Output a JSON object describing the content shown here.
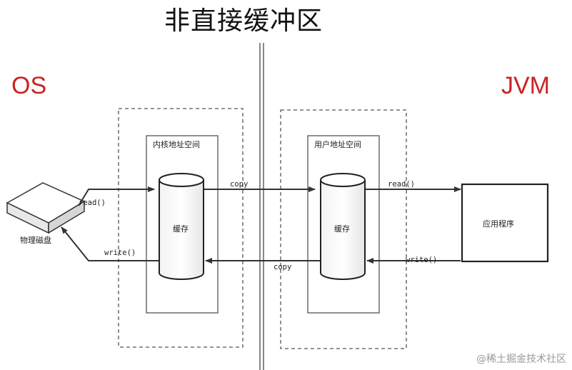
{
  "title": "非直接缓冲区",
  "left_side": {
    "label": "OS",
    "color": "#cc2222"
  },
  "right_side": {
    "label": "JVM",
    "color": "#cc2222"
  },
  "disk": {
    "label": "物理磁盘"
  },
  "kernel_space": {
    "label": "内核地址空间",
    "cache_label": "缓存"
  },
  "user_space": {
    "label": "用户地址空间",
    "cache_label": "缓存"
  },
  "application": {
    "label": "应用程序"
  },
  "arrows": {
    "read_left": "read()",
    "write_left": "write()",
    "copy_top": "copy",
    "copy_bottom": "copy",
    "read_right": "read()",
    "write_right": "write()"
  },
  "watermark": "@稀土掘金技术社区"
}
